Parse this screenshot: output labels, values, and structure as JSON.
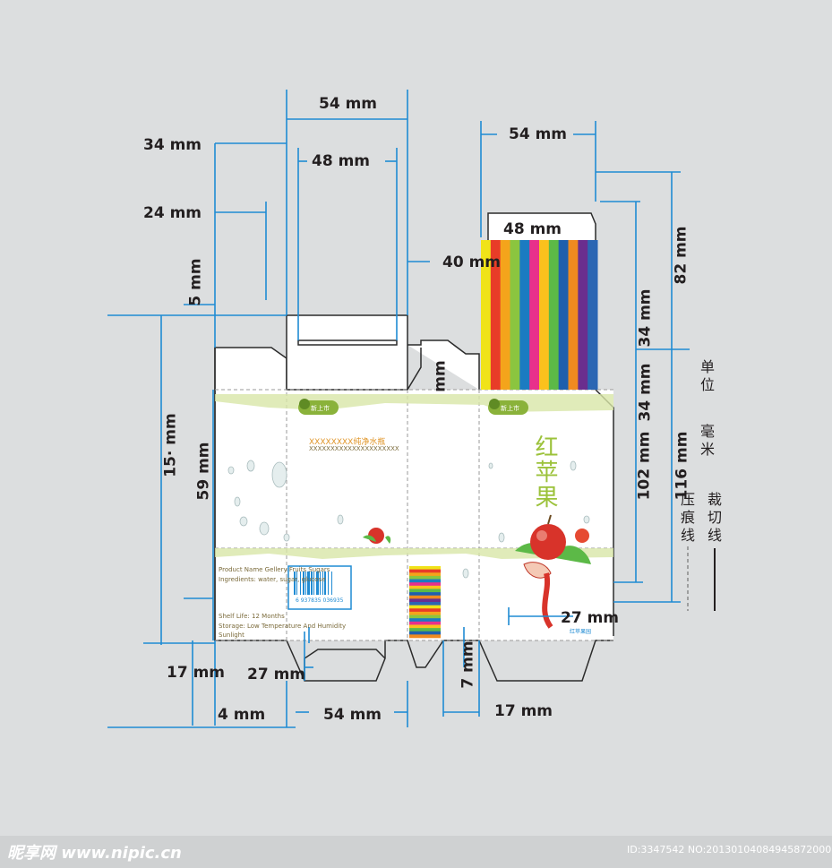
{
  "dimensions": {
    "top_54": "54 mm",
    "top_48": "48 mm",
    "left_34": "34 mm",
    "left_24": "24 mm",
    "left_5": "5 mm",
    "mid_40": "40 mm",
    "right_54": "54 mm",
    "right_48": "48 mm",
    "right_82": "82 mm",
    "right_34": "34 mm",
    "right_34b": "34 mm",
    "right_102": "102 mm",
    "right_116": "116 mm",
    "left_15": "15· mm",
    "left_59": "59 mm",
    "panel_mm": "mm",
    "bottom_17a": "17 mm",
    "bottom_27": "27 mm",
    "bottom_4": "4 mm",
    "bottom_54": "54 mm",
    "bottom_7": "7 mm",
    "bottom_17b": "17 mm",
    "front_27": "27 mm"
  },
  "legend": {
    "unit": "单位",
    "unit_value": "毫米",
    "crease": "压痕线",
    "cut": "裁切线"
  },
  "box_art": {
    "badge_left": "新上市",
    "badge_right": "新上市",
    "product_name_cn": "红苹果",
    "product_header": "XXXXXXXX纯净水瓶",
    "product_sub": "XXXXXXXXXXXXXXXXXXXXX",
    "barcode_number": "6 937835 036935",
    "side_text_1": "Product Name Gellery Fruits Sugars",
    "side_text_2": "Ingredients: water, sugar, glucose",
    "side_text_3": "Shelf Life: 12 Months",
    "side_text_4": "Storage: Low Temperature And Humidity",
    "side_text_5": "Sunlight",
    "brand_mark": "红苹果园"
  },
  "watermark": {
    "left": "昵享网 www.nipic.cn",
    "right": "ID:3347542 NO:20130104084945872000"
  },
  "colors": {
    "dim_line": "#1f8bd3",
    "die_line": "#2b2b2b",
    "accent_green": "#9cc23b",
    "background": "#dcdedf"
  },
  "stripes": [
    "#f0e319",
    "#e83c28",
    "#f4a41b",
    "#8bc53f",
    "#1b7bc1",
    "#e8308b",
    "#fac11d",
    "#5cb947",
    "#1f5fad",
    "#ef8a20",
    "#6a2e8e",
    "#2b66b3"
  ]
}
